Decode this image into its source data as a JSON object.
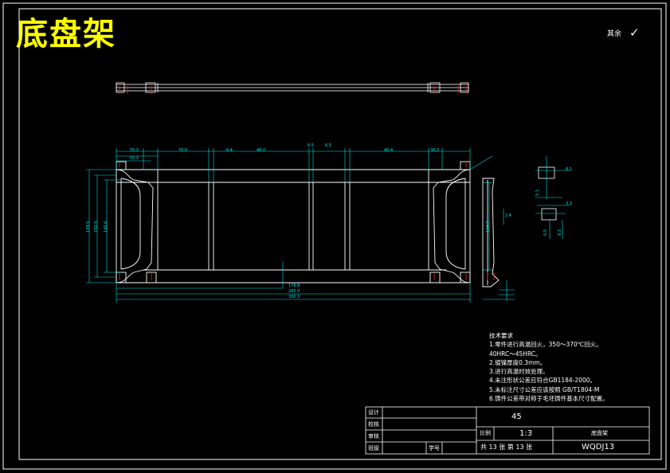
{
  "drawing": {
    "title": "底盘架",
    "roughness": {
      "label": "其余",
      "symbol": "✓"
    },
    "technical_requirements": {
      "heading": "技术要求",
      "items": [
        "1.零件进行高温回火，350～370℃回火。",
        "40HRC～45HRC。",
        "2.镀镍厚度0.3mm。",
        "3.进行高温时效处理。",
        "4.未注形状公差应符合GB1184-2000。",
        "5.未标注尺寸公差应该按照 GB/T1804-M",
        "6.铸件公差带对称于毛坯铸件基本尺寸配置。"
      ]
    },
    "title_block": {
      "material": "45",
      "scale_label": "比例",
      "scale": "1:3",
      "part_name_label": "底盘架",
      "sheet_text": "共 13 张 第 13 张",
      "drawing_no": "WQDJ13",
      "row_labels": [
        "设计",
        "校核",
        "审核",
        "班级"
      ],
      "student_no_label": "学号"
    },
    "dimensions": {
      "top_row": [
        "55.2",
        "55.1",
        "70.0",
        "6.4",
        "48.0",
        "6.5",
        "6.5",
        "40.4",
        "30.2"
      ],
      "left_vertical": [
        "179.5",
        "150.5",
        "140.6"
      ],
      "bottom": [
        "176.8",
        "285.0",
        "330.3"
      ],
      "right_side": [
        "134.7",
        "2.4"
      ],
      "detail": [
        "8.1",
        "5.1",
        "3.3",
        "0.5",
        "8.3"
      ]
    }
  }
}
